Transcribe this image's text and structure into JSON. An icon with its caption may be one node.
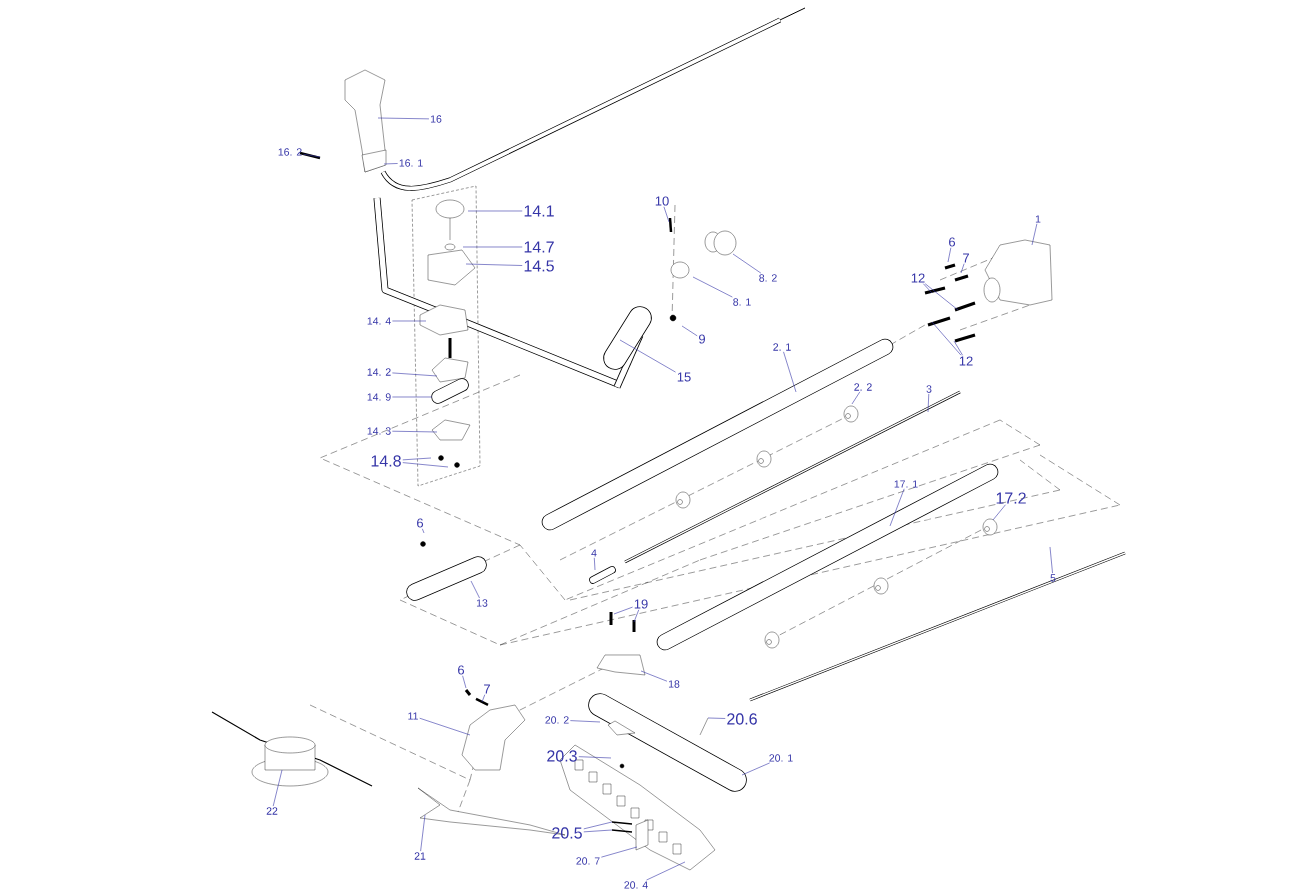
{
  "diagram": {
    "nodes": [
      {
        "text": [
          "16"
        ]
      },
      {
        "text": [
          "16. 2"
        ]
      },
      {
        "text": [
          "16. 1"
        ]
      },
      {
        "text": [
          "14.1"
        ]
      },
      {
        "text": [
          "14.7"
        ]
      },
      {
        "text": [
          "14.5"
        ]
      },
      {
        "text": [
          "14. 4"
        ]
      },
      {
        "text": [
          "14. 2"
        ]
      },
      {
        "text": [
          "14. 9"
        ]
      },
      {
        "text": [
          "14. 3"
        ]
      },
      {
        "text": [
          "14.8"
        ]
      },
      {
        "text": [
          "10"
        ]
      },
      {
        "text": [
          "8. 2"
        ]
      },
      {
        "text": [
          "8. 1"
        ]
      },
      {
        "text": [
          "9"
        ]
      },
      {
        "text": [
          "6"
        ]
      },
      {
        "text": [
          "7"
        ]
      },
      {
        "text": [
          "12"
        ]
      },
      {
        "text": [
          "12"
        ]
      },
      {
        "text": [
          "1"
        ]
      },
      {
        "text": [
          "15"
        ]
      },
      {
        "text": [
          "2. 1"
        ]
      },
      {
        "text": [
          "2. 2"
        ]
      },
      {
        "text": [
          "3"
        ]
      },
      {
        "text": [
          "4"
        ]
      },
      {
        "text": [
          "17. 1"
        ]
      },
      {
        "text": [
          "17.2"
        ]
      },
      {
        "text": [
          "5"
        ]
      },
      {
        "text": [
          "6"
        ]
      },
      {
        "text": [
          "13"
        ]
      },
      {
        "text": [
          "19"
        ]
      },
      {
        "text": [
          "18"
        ]
      },
      {
        "text": [
          "6"
        ]
      },
      {
        "text": [
          "7"
        ]
      },
      {
        "text": [
          "11"
        ]
      },
      {
        "text": [
          "20. 2"
        ]
      },
      {
        "text": [
          "20.6"
        ]
      },
      {
        "text": [
          "20.3"
        ]
      },
      {
        "text": [
          "20. 1"
        ]
      },
      {
        "text": [
          "22"
        ]
      },
      {
        "text": [
          "21"
        ]
      },
      {
        "text": [
          "20.5"
        ]
      },
      {
        "text": [
          "20. 7"
        ]
      },
      {
        "text": [
          "20. 4"
        ]
      }
    ],
    "edges": [
      {
        "from": 0,
        "to": null,
        "arrow": "none"
      },
      {
        "from": 1,
        "to": null,
        "arrow": "none"
      },
      {
        "from": 2,
        "to": null,
        "arrow": "none"
      },
      {
        "from": 3,
        "to": null,
        "arrow": "none"
      },
      {
        "from": 4,
        "to": null,
        "arrow": "none"
      },
      {
        "from": 5,
        "to": null,
        "arrow": "none"
      },
      {
        "from": 6,
        "to": null,
        "arrow": "none"
      },
      {
        "from": 7,
        "to": null,
        "arrow": "none"
      },
      {
        "from": 8,
        "to": null,
        "arrow": "none"
      },
      {
        "from": 9,
        "to": null,
        "arrow": "none"
      },
      {
        "from": 10,
        "to": null,
        "arrow": "none"
      },
      {
        "from": 10,
        "to": null,
        "arrow": "none"
      },
      {
        "from": 11,
        "to": null,
        "arrow": "none"
      },
      {
        "from": 12,
        "to": null,
        "arrow": "none"
      },
      {
        "from": 13,
        "to": null,
        "arrow": "none"
      },
      {
        "from": 14,
        "to": null,
        "arrow": "none"
      },
      {
        "from": 15,
        "to": null,
        "arrow": "none"
      },
      {
        "from": 16,
        "to": null,
        "arrow": "none"
      },
      {
        "from": 17,
        "to": null,
        "arrow": "none"
      },
      {
        "from": 17,
        "to": null,
        "arrow": "none"
      },
      {
        "from": 18,
        "to": null,
        "arrow": "none"
      },
      {
        "from": 18,
        "to": null,
        "arrow": "none"
      },
      {
        "from": 19,
        "to": null,
        "arrow": "none"
      },
      {
        "from": 20,
        "to": null,
        "arrow": "none"
      },
      {
        "from": 21,
        "to": null,
        "arrow": "none"
      },
      {
        "from": 22,
        "to": null,
        "arrow": "none"
      },
      {
        "from": 23,
        "to": null,
        "arrow": "none"
      },
      {
        "from": 24,
        "to": null,
        "arrow": "none"
      },
      {
        "from": 25,
        "to": null,
        "arrow": "none"
      },
      {
        "from": 26,
        "to": null,
        "arrow": "none"
      },
      {
        "from": 27,
        "to": null,
        "arrow": "none"
      },
      {
        "from": 28,
        "to": null,
        "arrow": "none"
      },
      {
        "from": 29,
        "to": null,
        "arrow": "none"
      },
      {
        "from": 30,
        "to": null,
        "arrow": "none"
      },
      {
        "from": 30,
        "to": null,
        "arrow": "none"
      },
      {
        "from": 31,
        "to": null,
        "arrow": "none"
      },
      {
        "from": 32,
        "to": null,
        "arrow": "none"
      },
      {
        "from": 33,
        "to": null,
        "arrow": "none"
      },
      {
        "from": 34,
        "to": null,
        "arrow": "none"
      },
      {
        "from": 35,
        "to": null,
        "arrow": "none"
      },
      {
        "from": 36,
        "to": null,
        "arrow": "none"
      },
      {
        "from": 37,
        "to": null,
        "arrow": "none"
      },
      {
        "from": 38,
        "to": null,
        "arrow": "none"
      },
      {
        "from": 39,
        "to": null,
        "arrow": "none"
      },
      {
        "from": 40,
        "to": null,
        "arrow": "none"
      },
      {
        "from": 41,
        "to": null,
        "arrow": "none"
      },
      {
        "from": 41,
        "to": null,
        "arrow": "none"
      },
      {
        "from": 42,
        "to": null,
        "arrow": "none"
      },
      {
        "from": 43,
        "to": null,
        "arrow": "none"
      }
    ]
  }
}
